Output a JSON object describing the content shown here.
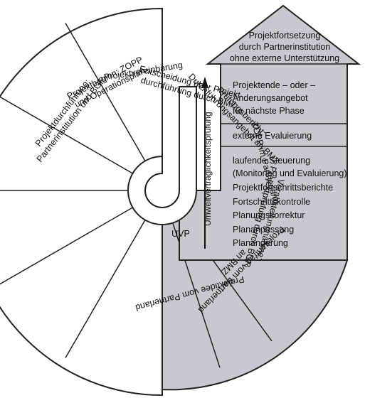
{
  "colors": {
    "gray_fill": "#c8c8d0",
    "white_fill": "#ffffff",
    "stroke": "#222222"
  },
  "center_label": "UVP",
  "vertical_label": "Umweltverträglichkeitsprüfung",
  "arrow": {
    "top": [
      "Projektfortsetzung",
      "durch Partnerinstitution",
      "ohne externe Unterstützung"
    ],
    "block1": [
      "Projektende – oder –",
      "Änderungsangebot",
      "für nächste Phase"
    ],
    "block2": [
      "externe Evaluierung"
    ],
    "block3": [
      "laufende Steuerung",
      "(Monitoring und Evaluierung)",
      "Projektfortschrittsberichte",
      "Fortschrittskontrolle",
      "Planungskorrektur",
      "Plananpassung",
      "Planänderung"
    ]
  },
  "white_sectors": [
    [
      "Projektidee vom Partnerland"
    ],
    [
      "Projekantrag vom Partnerland",
      "an BMZ"
    ],
    [
      "Vorabstellungnahme;",
      "Projektprüfung durch BGR"
    ],
    [
      "ZOPP im Partnerland"
    ],
    [
      "Prüfungsbericht;",
      "Durchführungsangebot an BMZ"
    ],
    [
      "Entscheidung über Projekt-",
      "durchführung durch BMZ"
    ]
  ],
  "gray_sectors": [
    [
      "Projektvereinbarung"
    ],
    [
      "Projektbeginn; ZOPP",
      "und Operationsplan"
    ],
    [
      "Projektdurchführung:",
      "Partnerinstitution und BGR"
    ]
  ]
}
